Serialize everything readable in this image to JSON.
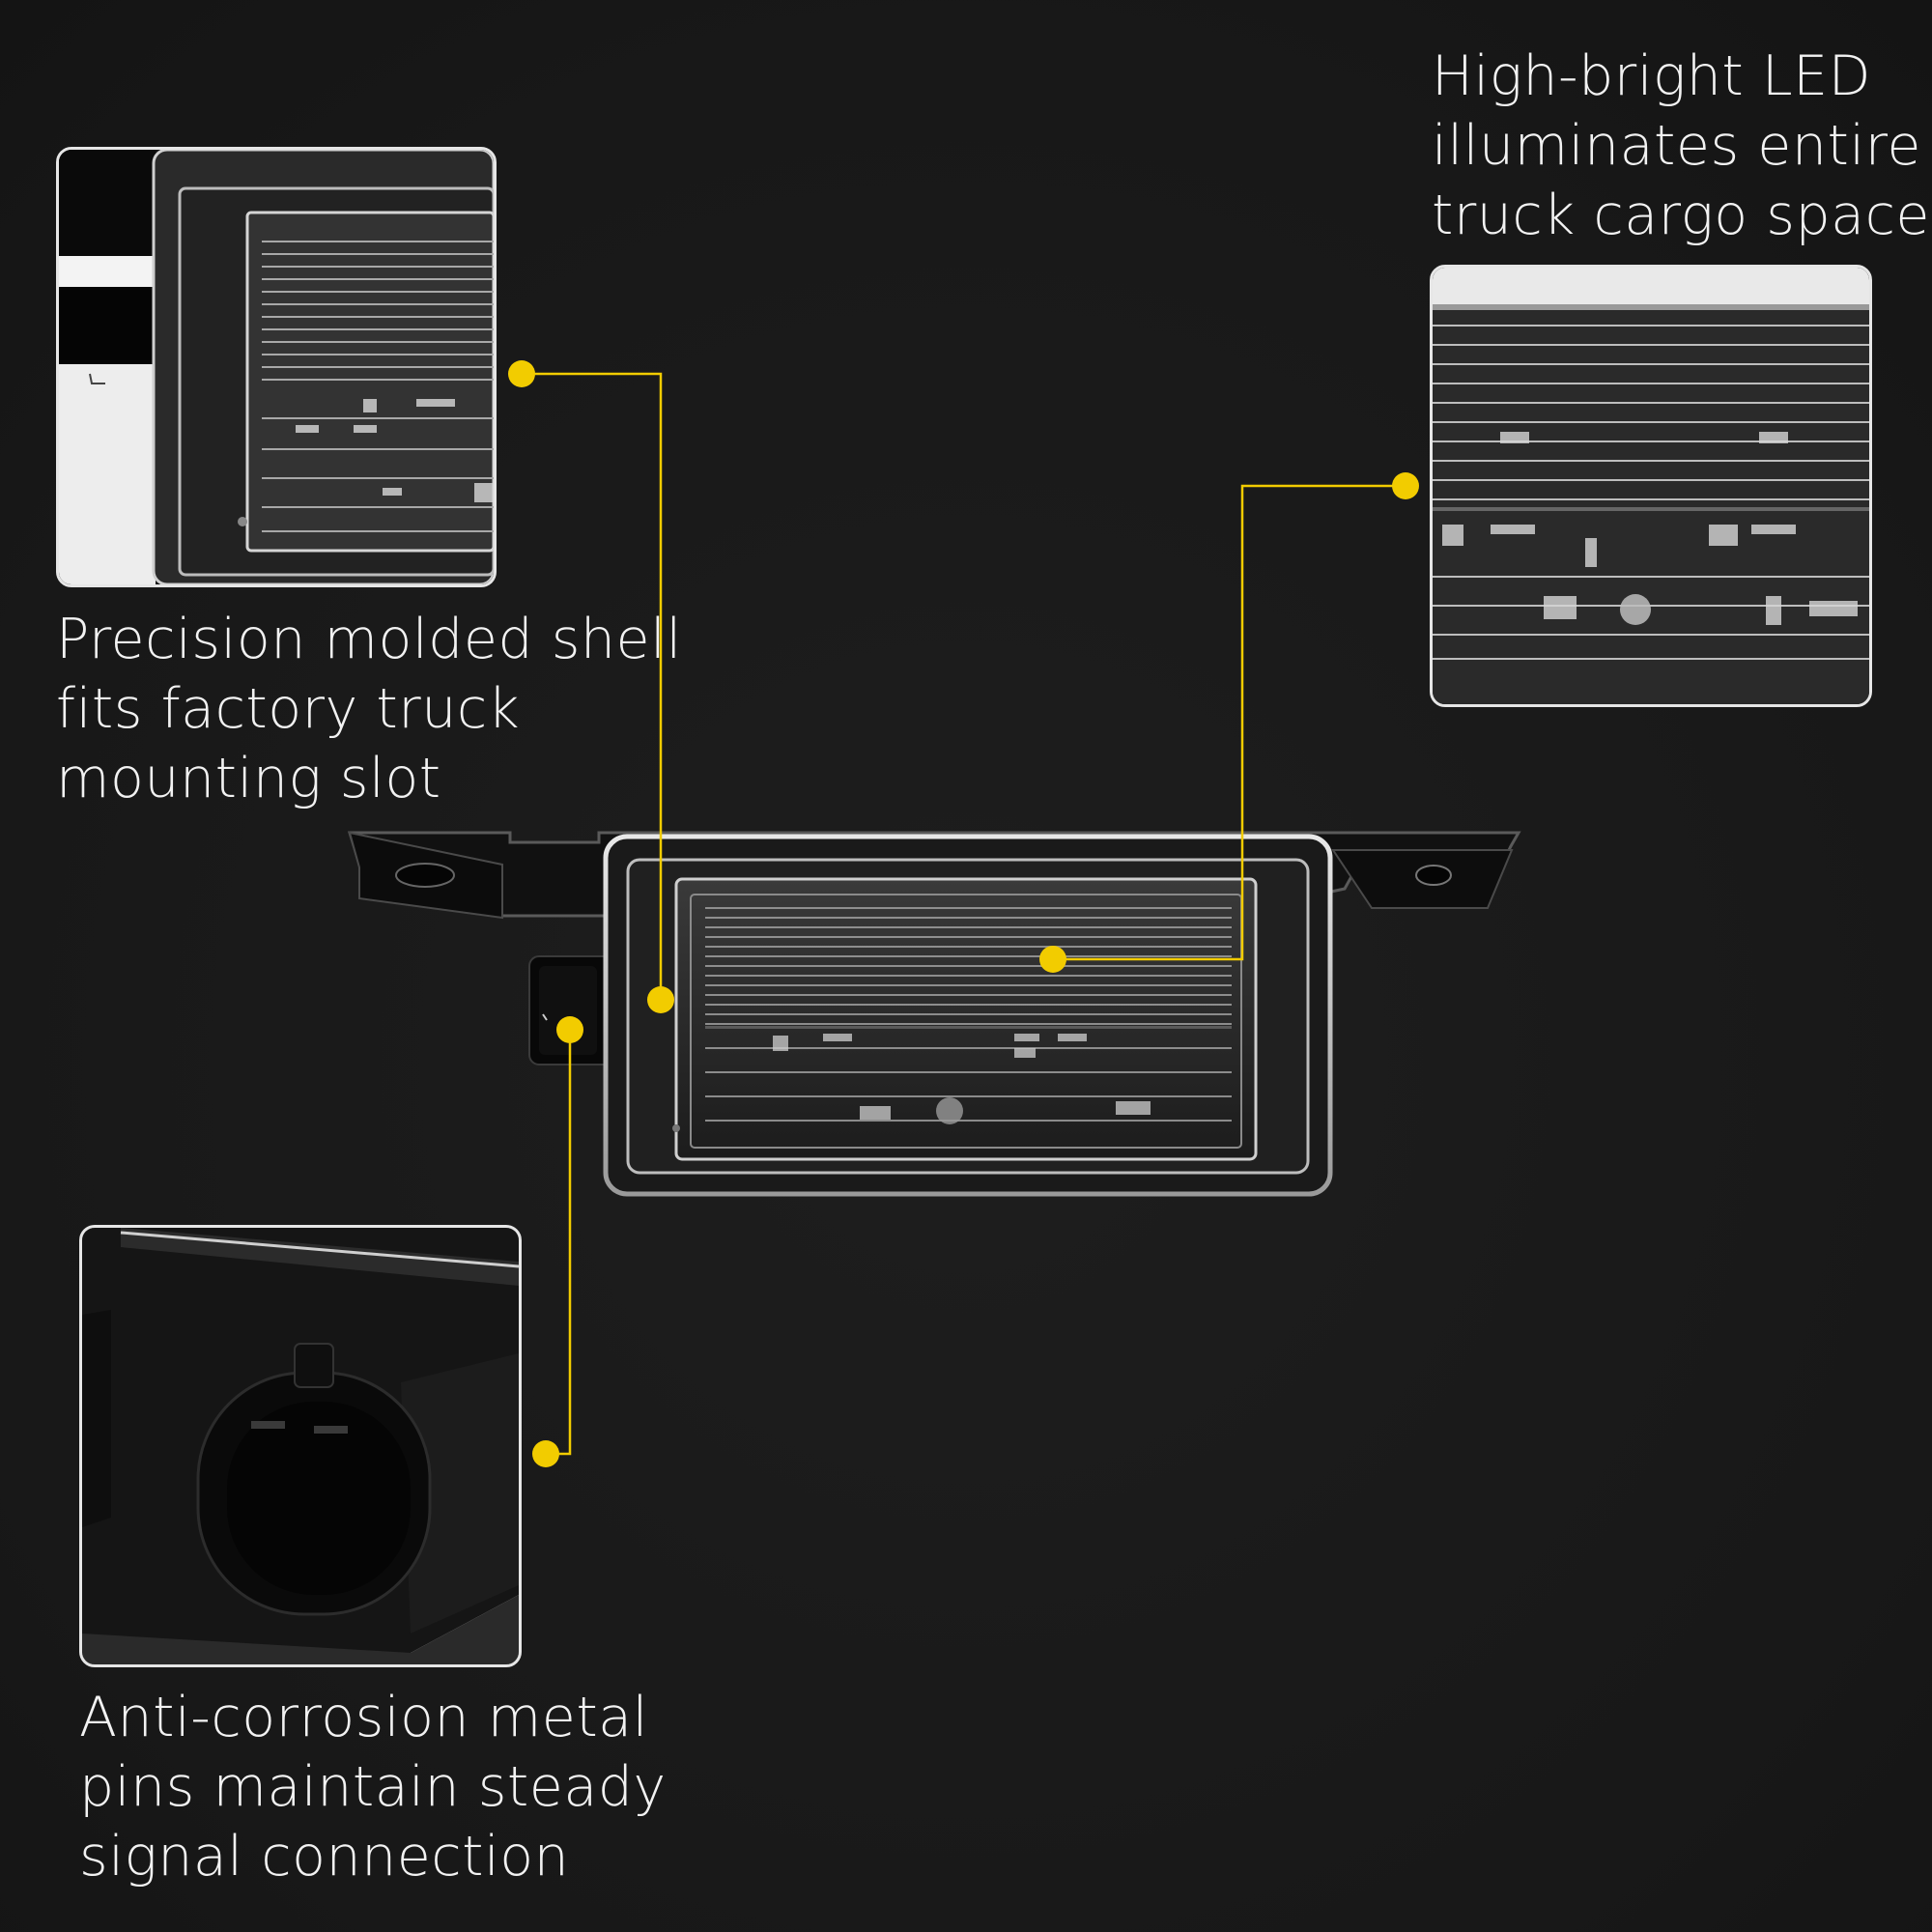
{
  "features": {
    "led": {
      "lines": [
        "High-bright LED",
        "illuminates entire",
        "truck cargo space"
      ]
    },
    "shell": {
      "lines": [
        "Precision molded shell",
        "fits factory truck",
        "mounting slot"
      ]
    },
    "pins": {
      "lines": [
        "Anti-corrosion metal",
        "pins maintain steady",
        "signal connection"
      ]
    }
  },
  "colors": {
    "background": "#1b1b1b",
    "callout_accent": "#f2cc00",
    "caption_text": "#f2f2f2",
    "inset_border": "#e6e6e6"
  }
}
